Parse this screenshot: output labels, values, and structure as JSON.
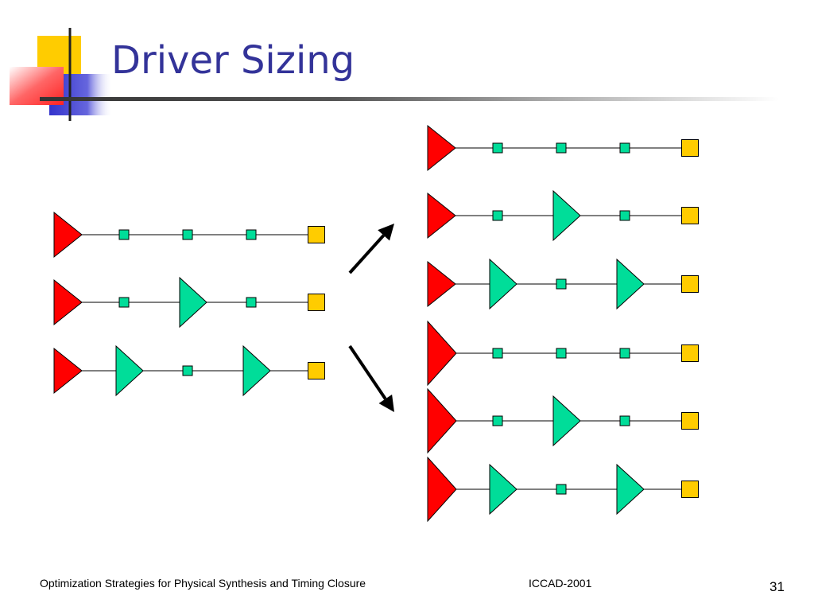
{
  "title": "Driver Sizing",
  "footer": {
    "left": "Optimization Strategies for Physical Synthesis and Timing Closure",
    "center": "ICCAD-2001",
    "page_number": "31"
  },
  "colors": {
    "title": "#333399",
    "driver": "#ff0000",
    "buffer": "#00dd99",
    "node": "#00dd99",
    "sink": "#ffcc00",
    "logo_yellow": "#ffcc00",
    "logo_blue": "#3333cc",
    "logo_red": "#ff3333"
  },
  "diagram": {
    "left_group": [
      {
        "driver": "small",
        "stages": [
          "node",
          "node",
          "node"
        ]
      },
      {
        "driver": "small",
        "stages": [
          "node",
          "buffer",
          "node"
        ]
      },
      {
        "driver": "small",
        "stages": [
          "buffer",
          "node",
          "buffer"
        ]
      }
    ],
    "right_group": [
      {
        "driver": "small",
        "stages": [
          "node",
          "node",
          "node"
        ]
      },
      {
        "driver": "small",
        "stages": [
          "node",
          "buffer",
          "node"
        ]
      },
      {
        "driver": "small",
        "stages": [
          "buffer",
          "node",
          "buffer"
        ]
      },
      {
        "driver": "large",
        "stages": [
          "node",
          "node",
          "node"
        ]
      },
      {
        "driver": "large",
        "stages": [
          "node",
          "buffer",
          "node"
        ]
      },
      {
        "driver": "large",
        "stages": [
          "buffer",
          "node",
          "buffer"
        ]
      }
    ],
    "arrows": [
      "up-right-arrow",
      "down-right-arrow"
    ]
  }
}
